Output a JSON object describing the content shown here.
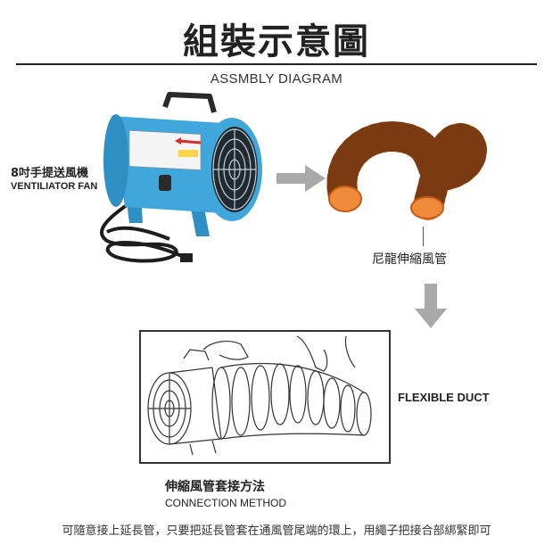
{
  "header": {
    "title": "組裝示意圖",
    "subtitle": "ASSMBLY DIAGRAM"
  },
  "fan": {
    "label_zh": "8吋手提送風機",
    "label_en": "VENTILIATOR FAN",
    "color": "#3fa7dc"
  },
  "hose": {
    "label_zh": "尼龍伸縮風管",
    "color": "#e8772a"
  },
  "connection": {
    "duct_label": "FLEXIBLE DUCT",
    "method_zh": "伸縮風管套接方法",
    "method_en": "CONNECTION METHOD"
  },
  "footer": {
    "note": "可隨意接上延長管，只要把延長管套在通風管尾端的環上，用繩子把接合部綁緊即可"
  },
  "icons": [
    "arrow-right-icon",
    "arrow-down-icon"
  ]
}
